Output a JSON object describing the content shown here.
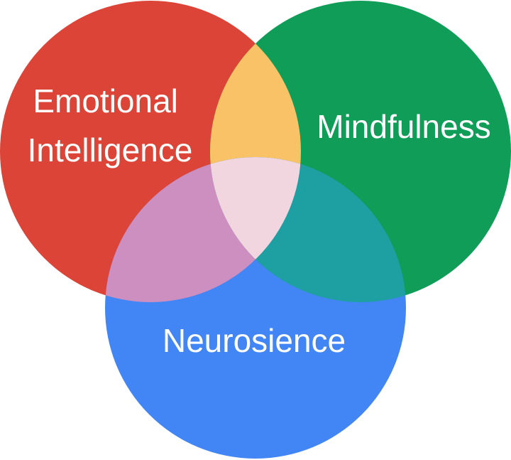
{
  "venn": {
    "sets": [
      {
        "label_lines": [
          "Emotional",
          "Intelligence"
        ],
        "color": "#DB4437"
      },
      {
        "label_lines": [
          "Mindfulness"
        ],
        "color": "#0F9D58"
      },
      {
        "label_lines": [
          "Neurosience"
        ],
        "color": "#4285F4"
      }
    ],
    "overlap_colors": {
      "emotional_mindfulness": "#F9C266",
      "emotional_neuroscience": "#CC8FC0",
      "mindfulness_neuroscience": "#1E9FA2",
      "all_three": "#F1D6E0"
    }
  }
}
